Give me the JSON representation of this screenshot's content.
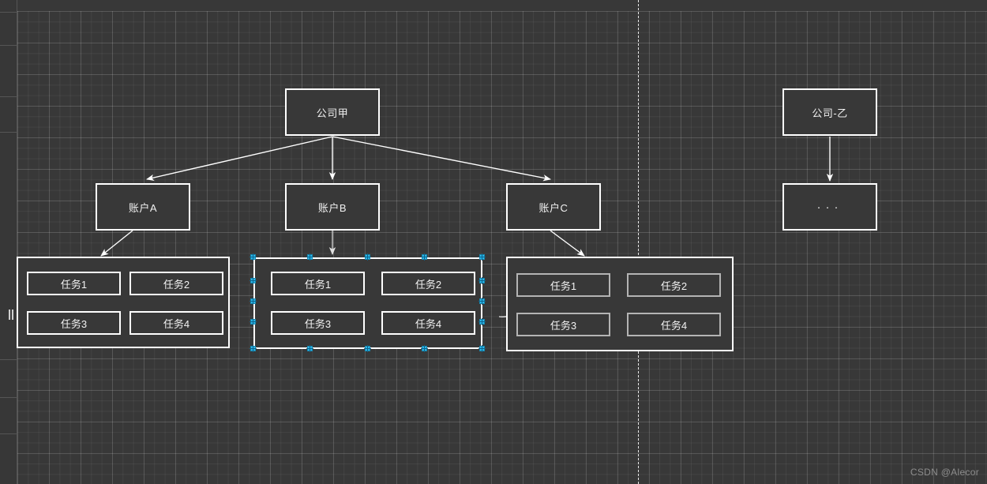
{
  "canvas": {
    "background_color": "#383838",
    "grid_minor_color": "#454545",
    "grid_major_color": "#4f4f4f",
    "page_break_color": "#e8e8e8"
  },
  "watermark": {
    "text": "CSDN @Alecor"
  },
  "left_rail": {
    "handle_glyph": "||"
  },
  "nodes": {
    "company_a": {
      "label": "公司甲"
    },
    "company_b": {
      "label": "公司-乙"
    },
    "ellipsis_box": {
      "label": "···"
    },
    "account_a": {
      "label": "账户A"
    },
    "account_b": {
      "label": "账户B"
    },
    "account_c": {
      "label": "账户C"
    }
  },
  "task_groups": [
    {
      "name": "group-a",
      "selected": false,
      "border_color": "#ffffff",
      "tasks": [
        {
          "label": "任务1"
        },
        {
          "label": "任务2"
        },
        {
          "label": "任务3"
        },
        {
          "label": "任务4"
        }
      ]
    },
    {
      "name": "group-b",
      "selected": true,
      "border_color": "#ffffff",
      "selection_color": "#29b6e8",
      "tasks": [
        {
          "label": "任务1"
        },
        {
          "label": "任务2"
        },
        {
          "label": "任务3"
        },
        {
          "label": "任务4"
        }
      ]
    },
    {
      "name": "group-c",
      "selected": false,
      "border_color": "#b4b4b4",
      "tasks": [
        {
          "label": "任务1"
        },
        {
          "label": "任务2"
        },
        {
          "label": "任务3"
        },
        {
          "label": "任务4"
        }
      ]
    }
  ],
  "connectors": [
    {
      "name": "company-a-to-account-a",
      "style": "solid-arrow"
    },
    {
      "name": "company-a-to-account-b",
      "style": "solid-arrow"
    },
    {
      "name": "company-a-to-account-c",
      "style": "solid-arrow"
    },
    {
      "name": "account-a-to-group-a",
      "style": "solid-arrow"
    },
    {
      "name": "account-b-to-group-b",
      "style": "solid-arrow"
    },
    {
      "name": "account-c-to-group-c",
      "style": "solid-arrow"
    },
    {
      "name": "company-b-to-ellipsis",
      "style": "solid-arrow"
    },
    {
      "name": "group-b-task4-to-task2",
      "style": "curved-arrow"
    },
    {
      "name": "external-to-group-c-task1",
      "style": "curved-arrow"
    },
    {
      "name": "group-c-dotted-trail",
      "style": "dotted-trail"
    }
  ]
}
